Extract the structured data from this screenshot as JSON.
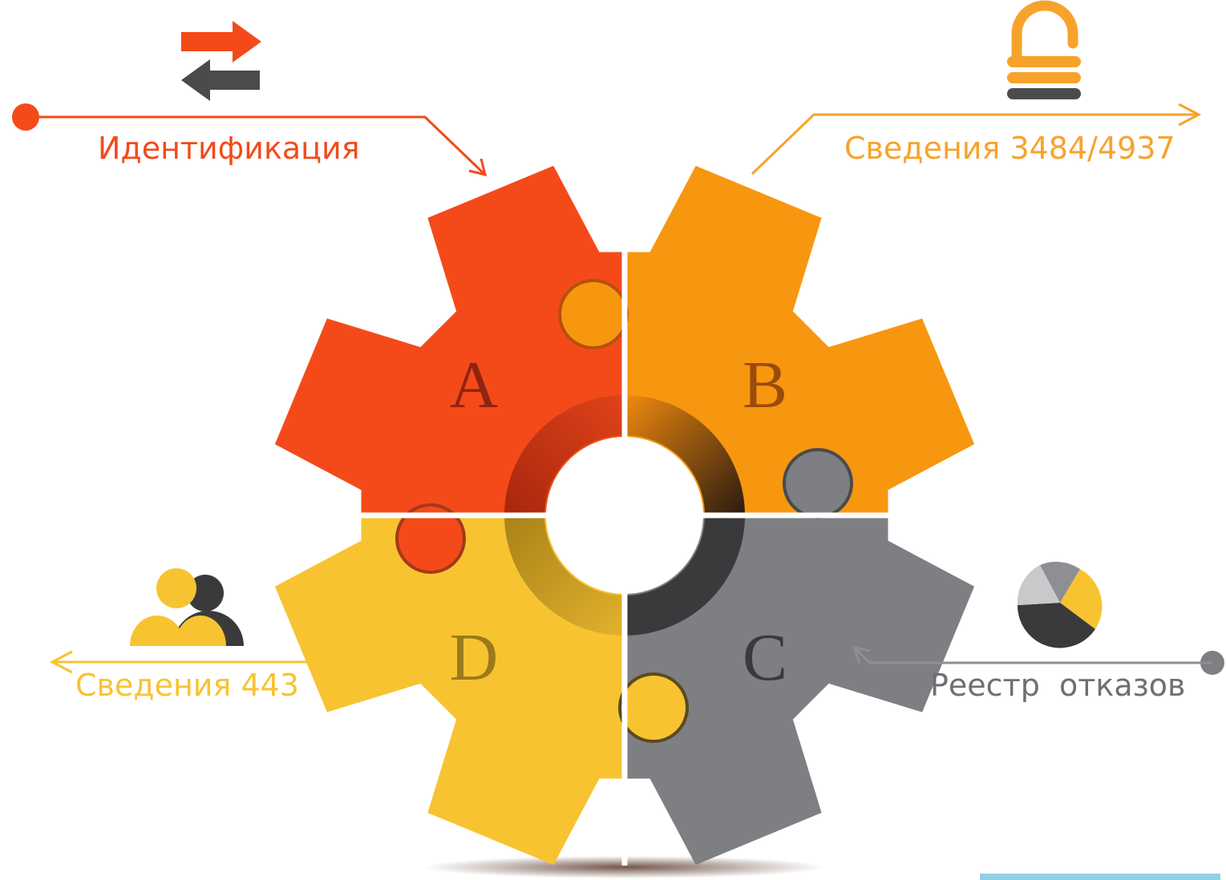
{
  "labels": {
    "identification": "Идентификация",
    "info_b": "Сведения 3484/4937",
    "info_d": "Сведения 443",
    "registry": "Реестр  отказов"
  },
  "quadrants": {
    "a": "A",
    "b": "B",
    "c": "C",
    "d": "D"
  },
  "icons": {
    "top_left": "transfer-arrows-icon",
    "top_right": "padlock-icon",
    "bottom_left": "users-icon",
    "bottom_right": "pie-chart-icon"
  },
  "colors": {
    "red": "#f44a1a",
    "orange": "#f7970f",
    "yellow": "#f8c331",
    "gray": "#7e7f82",
    "dark": "#3a3a3c"
  }
}
